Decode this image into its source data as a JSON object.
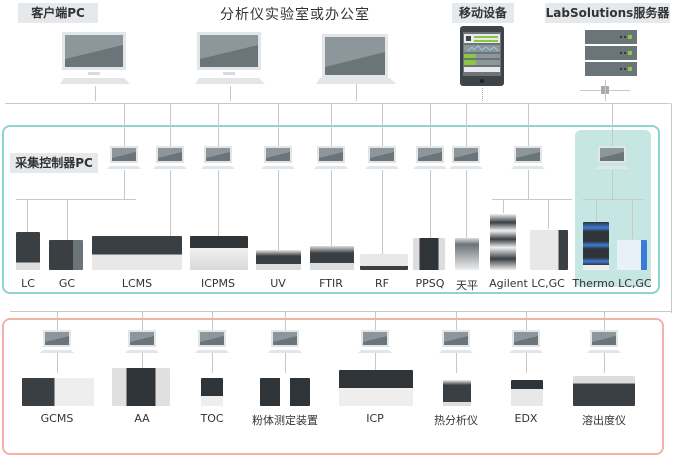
{
  "header": {
    "client_pc": "客户端PC",
    "lab_office": "分析仪实验室或办公室",
    "mobile": "移动设备",
    "server": "LabSolutions服务器"
  },
  "acquisition": {
    "label": "采集控制器PC",
    "instruments": [
      {
        "name": "LC"
      },
      {
        "name": "GC"
      },
      {
        "name": "LCMS"
      },
      {
        "name": "ICPMS"
      },
      {
        "name": "UV"
      },
      {
        "name": "FTIR"
      },
      {
        "name": "RF"
      },
      {
        "name": "PPSQ"
      },
      {
        "name": "天平"
      },
      {
        "name": "Agilent LC,GC"
      },
      {
        "name": "Thermo LC,GC"
      }
    ]
  },
  "bottom": {
    "instruments": [
      {
        "name": "GCMS"
      },
      {
        "name": "AA"
      },
      {
        "name": "TOC"
      },
      {
        "name": "粉体测定装置"
      },
      {
        "name": "ICP"
      },
      {
        "name": "热分析仪"
      },
      {
        "name": "EDX"
      },
      {
        "name": "溶出度仪"
      }
    ]
  },
  "colors": {
    "teal_border": "#8fd3ce",
    "teal_fill": "#c6e6e4",
    "red_border": "#f3b2a6",
    "line": "#c8c8c8",
    "screen": "#7d878c",
    "accent_green": "#8dc63f"
  }
}
